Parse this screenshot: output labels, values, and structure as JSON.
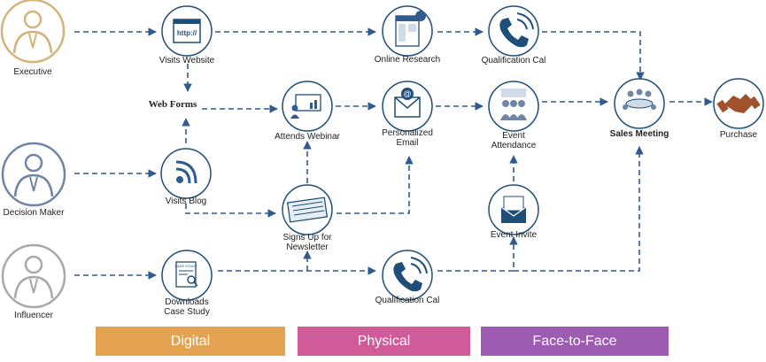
{
  "personas": {
    "executive": "Executive",
    "decision_maker": "Decision Maker",
    "influencer": "Influencer"
  },
  "steps": {
    "visits_website": "Visits Website",
    "web_forms": "Web Forms",
    "visits_blog": "Visits Blog",
    "downloads_case_study": "Downloads\nCase Study",
    "attends_webinar": "Attends Webinar",
    "signs_up_newsletter": "Signs Up for\nNewsletter",
    "online_research": "Online Research",
    "personalized_email": "Personalized\nEmail",
    "qualification_call_top": "Qualification Cal",
    "qualification_call_bottom": "Qualification Cal",
    "event_attendance": "Event\nAttendance",
    "event_invite": "Event Invite",
    "sales_meeting": "Sales Meeting",
    "purchase": "Purchase"
  },
  "icon_text": {
    "url": "http://",
    "case_study": "CASE STUDY"
  },
  "bands": {
    "digital": "Digital",
    "physical": "Physical",
    "face_to_face": "Face-to-Face"
  },
  "colors": {
    "line": "#2f5b8e",
    "circle_stroke": "#1f4e79",
    "executive": "#d4b37a",
    "decision_maker": "#6f86a6",
    "influencer": "#a9a9a9",
    "digital": "#e4a352",
    "physical": "#cf5c98",
    "face_to_face": "#9d5bb1",
    "purchase": "#a0522d"
  }
}
